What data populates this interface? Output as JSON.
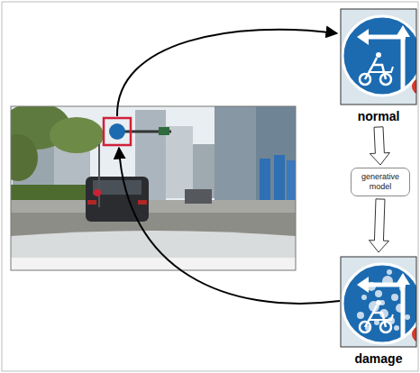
{
  "diagram": {
    "nodes": [
      {
        "text": [
          "normal"
        ]
      },
      {
        "text": [
          "generative model"
        ]
      },
      {
        "text": [
          "damage"
        ]
      }
    ],
    "edges": [
      {
        "from": 0,
        "to": 1,
        "arrow": "to"
      },
      {
        "from": 1,
        "to": 2,
        "arrow": "to"
      }
    ]
  }
}
